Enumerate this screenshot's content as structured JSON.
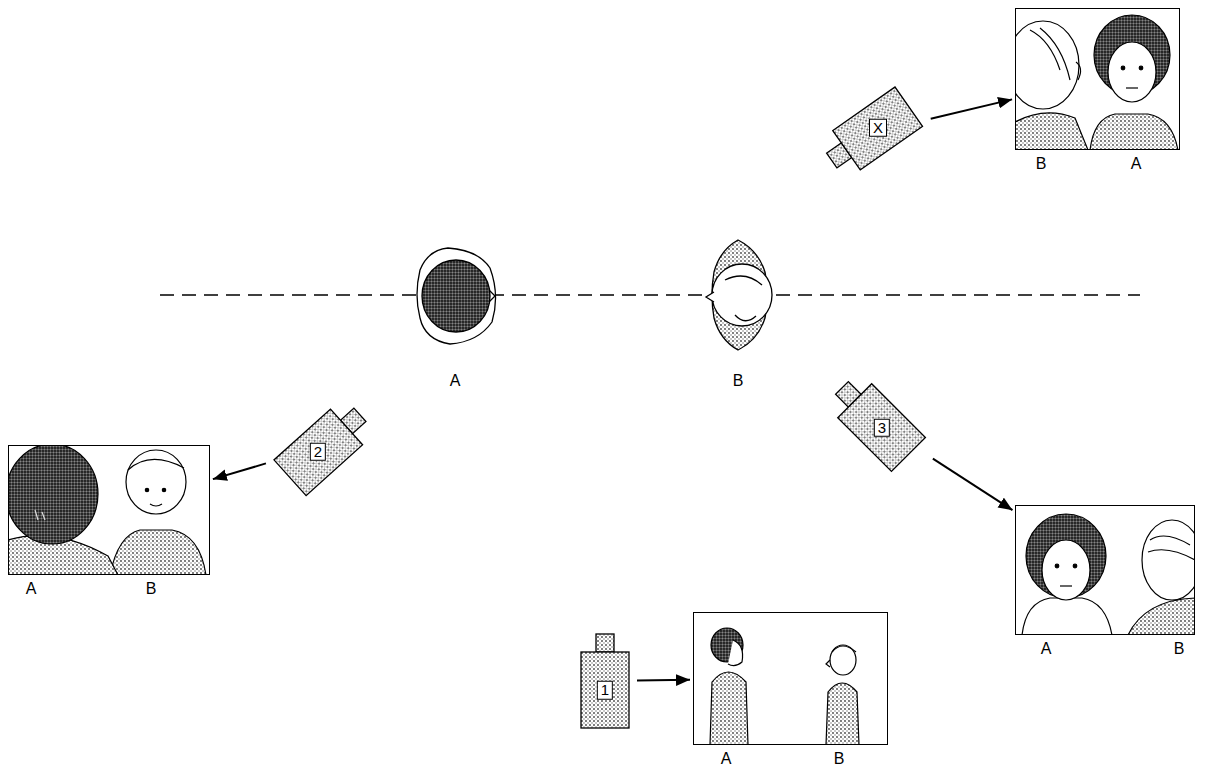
{
  "diagram": {
    "nodes": [
      {
        "text": [
          "X"
        ]
      },
      {
        "text": [
          "B",
          "A"
        ]
      },
      {
        "text": [
          "2"
        ]
      },
      {
        "text": [
          "A",
          "B"
        ]
      },
      {
        "text": [
          "3"
        ]
      },
      {
        "text": [
          "A",
          "B"
        ]
      },
      {
        "text": [
          "1"
        ]
      },
      {
        "text": [
          "A",
          "B"
        ]
      }
    ],
    "edges": [
      {
        "from": 0,
        "to": 1,
        "arrow": "to"
      },
      {
        "from": 2,
        "to": 3,
        "arrow": "to"
      },
      {
        "from": 4,
        "to": 5,
        "arrow": "to"
      },
      {
        "from": 6,
        "to": 7,
        "arrow": "to"
      }
    ],
    "labels": [
      "A",
      "B"
    ]
  }
}
